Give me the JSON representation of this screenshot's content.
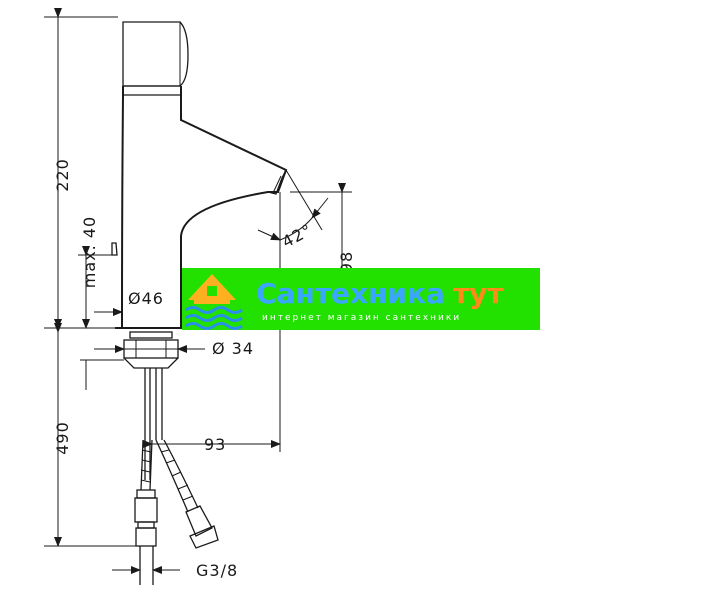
{
  "dimensions": {
    "height_spout": "220",
    "height_max": "max. 40",
    "body_diameter": "Ø46",
    "spout_reach_height": "98",
    "spout_angle": "42°",
    "shank_diameter": "Ø 34",
    "pipe_length": "490",
    "spout_reach": "93",
    "thread_size": "G3/8"
  },
  "banner": {
    "title_part1": "Сантехника",
    "title_part2": "тут",
    "subtitle": "интернет магазин сантехники",
    "colors": {
      "background": "#22e000",
      "title_primary": "#3aa6ff",
      "title_secondary": "#ff8a1a",
      "subtitle": "#ffffff",
      "icon_house": "#ffb020",
      "icon_waves": "#2a8fe8"
    }
  }
}
